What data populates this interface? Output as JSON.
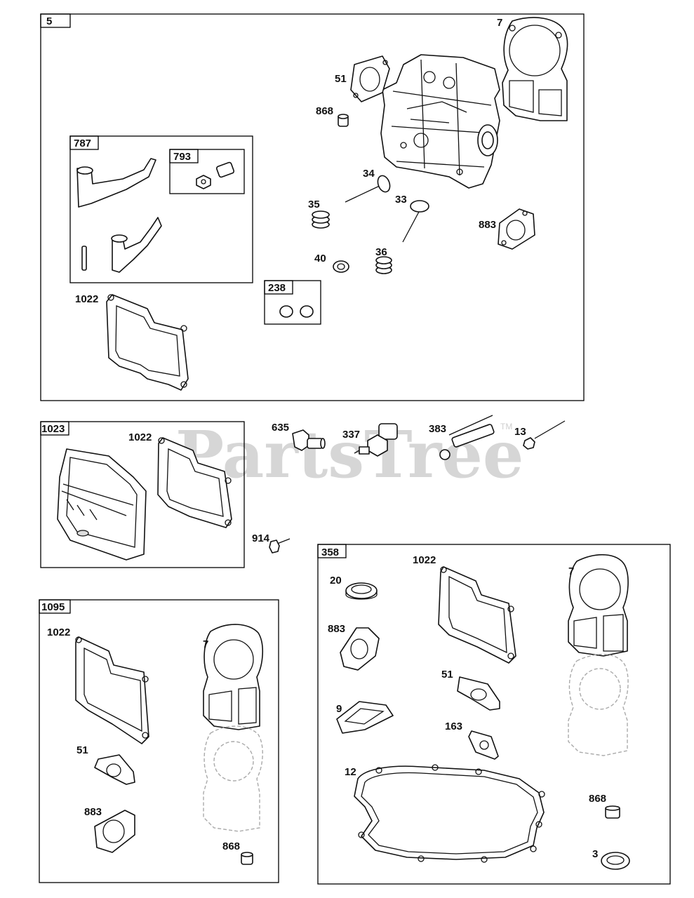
{
  "watermark": {
    "text": "PartsTree",
    "trademark": "TM"
  },
  "groups": [
    {
      "key": "g5",
      "tab": "5"
    },
    {
      "key": "g787",
      "tab": "787"
    },
    {
      "key": "g793",
      "tab": "793"
    },
    {
      "key": "g238",
      "tab": "238"
    },
    {
      "key": "g1023",
      "tab": "1023"
    },
    {
      "key": "g1095",
      "tab": "1095"
    },
    {
      "key": "g358",
      "tab": "358"
    }
  ],
  "callouts": [
    "7",
    "51",
    "868",
    "34",
    "35",
    "33",
    "883",
    "40",
    "36",
    "1022",
    "1022",
    "635",
    "337",
    "383",
    "13",
    "914",
    "20",
    "1022",
    "7",
    "883",
    "51",
    "9",
    "163",
    "12",
    "868",
    "3",
    "1022",
    "7",
    "51",
    "883",
    "868"
  ]
}
